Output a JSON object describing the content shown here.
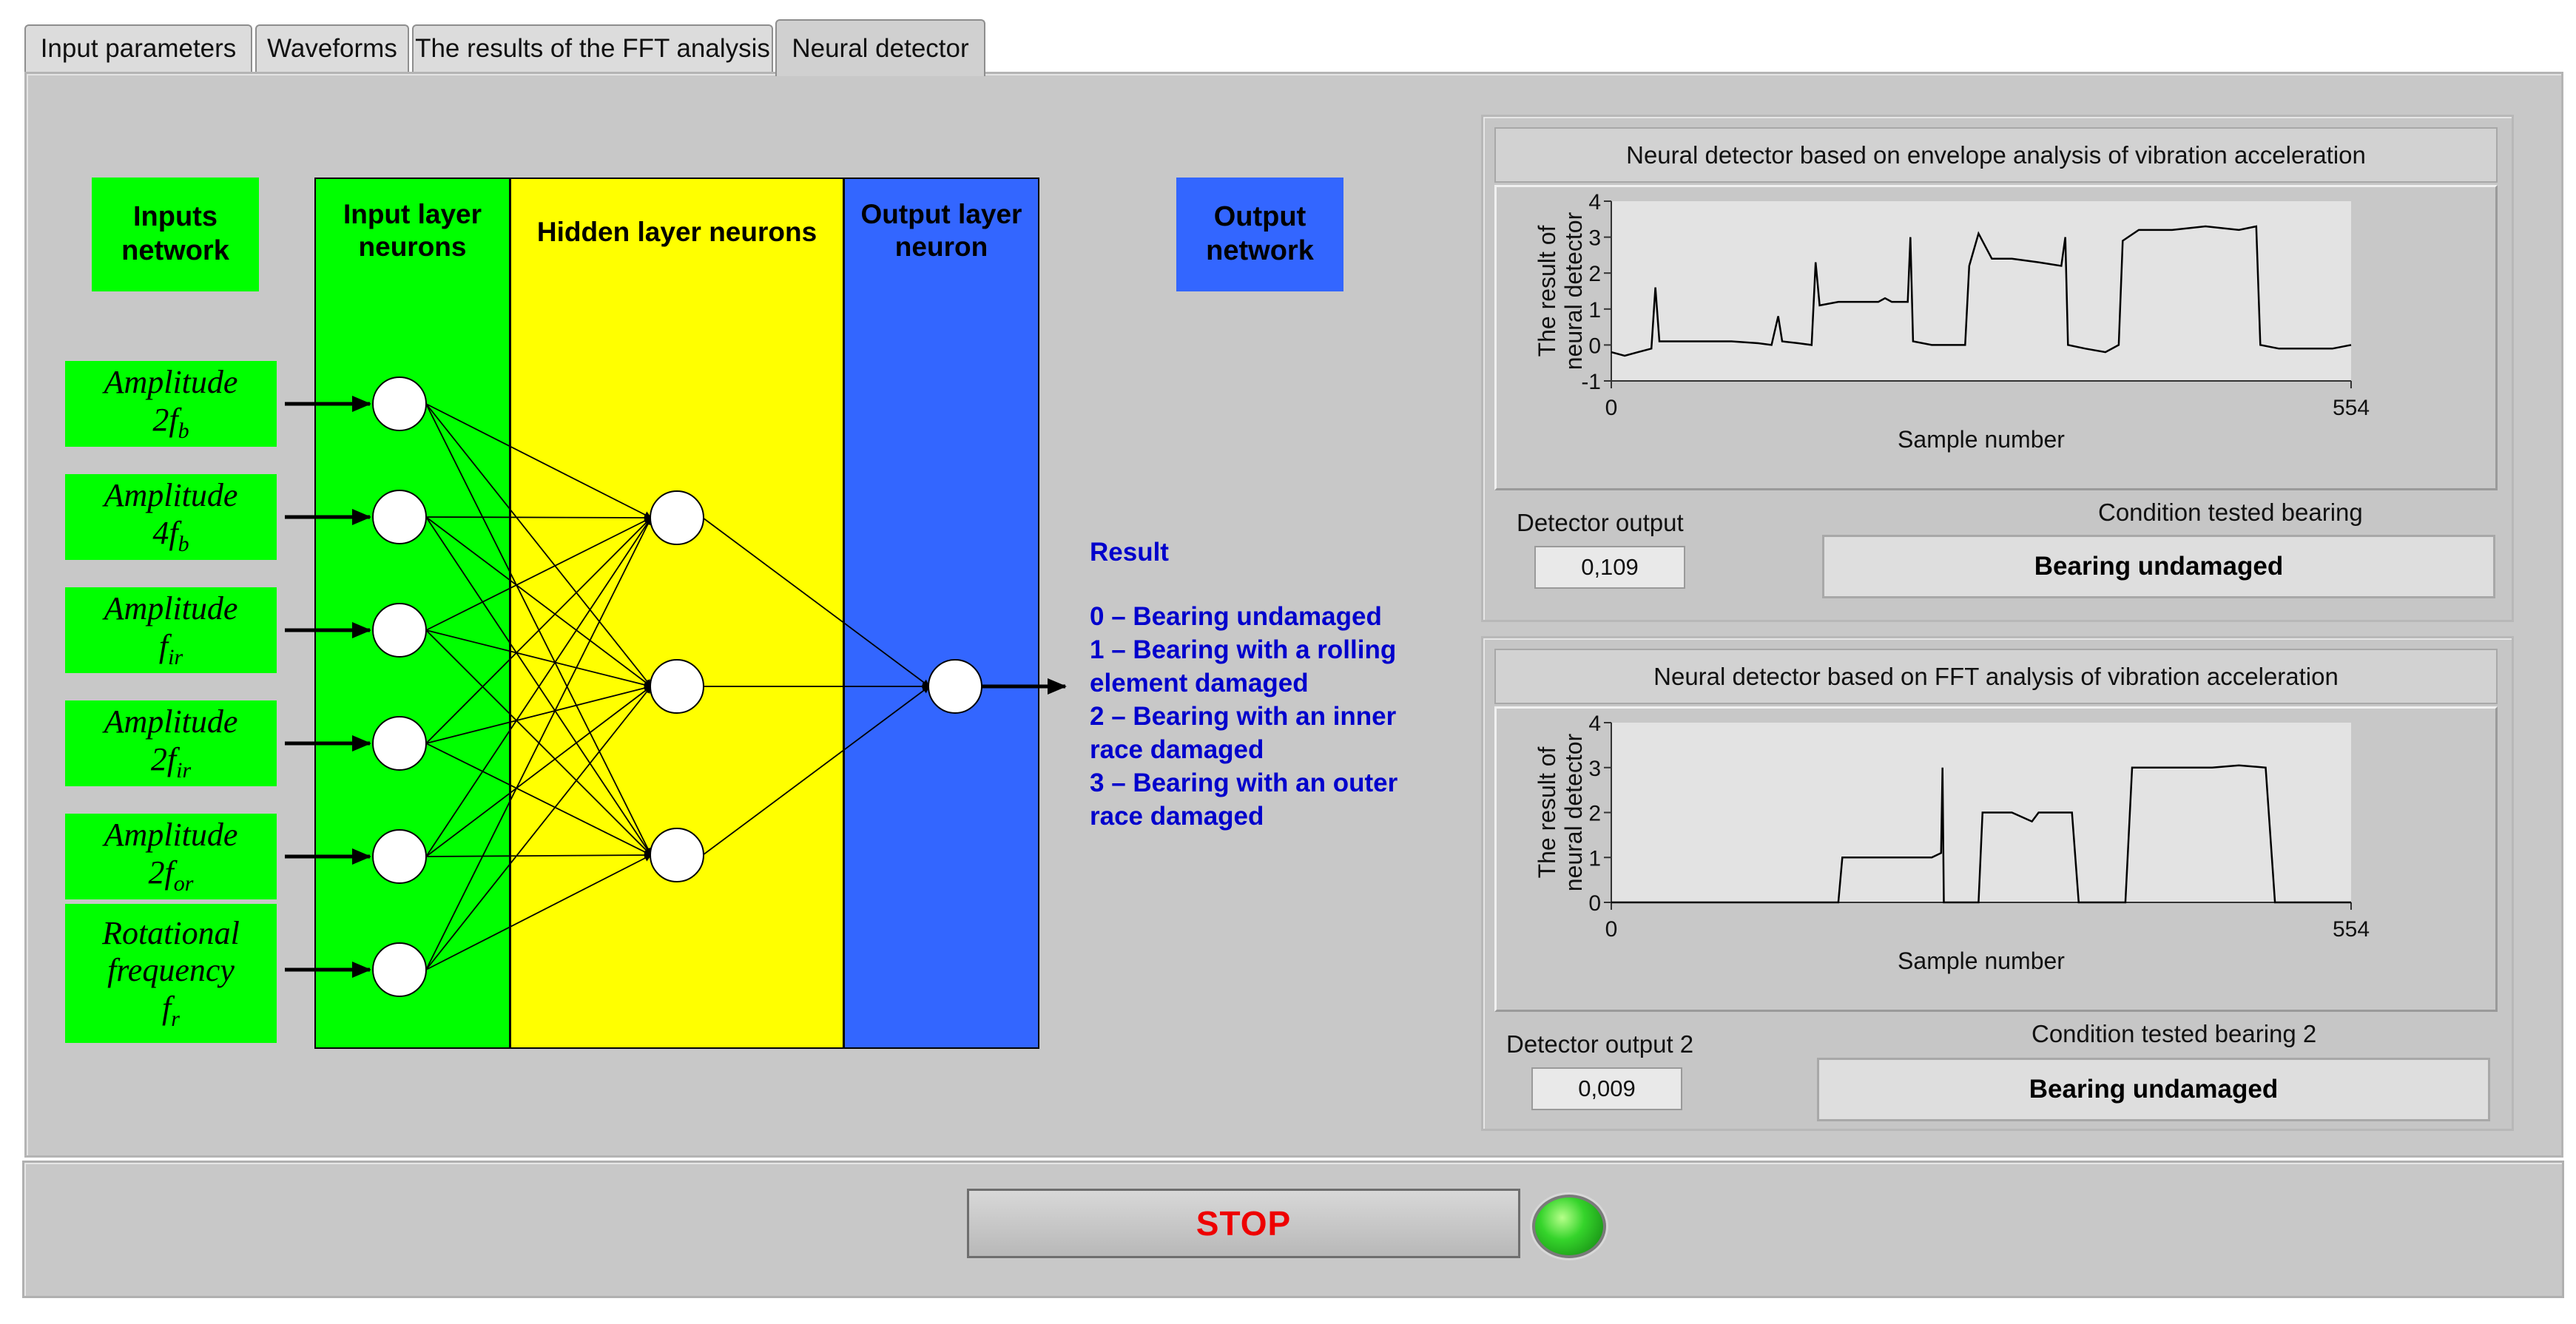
{
  "tabs": [
    {
      "label": "Input parameters"
    },
    {
      "label": "Waveforms"
    },
    {
      "label": "The results of the FFT analysis"
    },
    {
      "label": "Neural detector",
      "active": true
    }
  ],
  "diagram": {
    "inputs_title": "Inputs\nnetwork",
    "input_layer_title": "Input layer\nneurons",
    "hidden_layer_title": "Hidden layer neurons",
    "output_layer_title": "Output layer\nneuron",
    "output_title": "Output\nnetwork",
    "inputs": [
      {
        "line1": "Amplitude",
        "line2": "2f",
        "sub": "b"
      },
      {
        "line1": "Amplitude",
        "line2": "4f",
        "sub": "b"
      },
      {
        "line1": "Amplitude",
        "line2": "f",
        "sub": "ir"
      },
      {
        "line1": "Amplitude",
        "line2": "2f",
        "sub": "ir"
      },
      {
        "line1": "Amplitude",
        "line2": "2f",
        "sub": "or"
      },
      {
        "line1": "Rotational",
        "line1b": "frequency",
        "line2": "f",
        "sub": "r"
      }
    ],
    "colors": {
      "green": "#00ff00",
      "yellow": "#ffff00",
      "blue": "#3366ff"
    }
  },
  "result": {
    "heading": "Result",
    "lines": [
      "0 – Bearing undamaged",
      "1 – Bearing with a rolling",
      "element damaged",
      "2 – Bearing with an inner",
      "race damaged",
      "3 – Bearing with an outer",
      "race damaged"
    ]
  },
  "chart_data": [
    {
      "type": "line",
      "title": "Neural detector based on envelope analysis of vibration acceleration",
      "xlabel": "Sample number",
      "ylabel": "The result of\nneural detector",
      "xlim": [
        0,
        554
      ],
      "ylim": [
        -1,
        4
      ],
      "x_ticks": [
        "0",
        "554"
      ],
      "y_ticks": [
        "4",
        "3",
        "2",
        "1",
        "0",
        "-1"
      ],
      "series": [
        {
          "points": [
            [
              0,
              -0.2
            ],
            [
              10,
              -0.3
            ],
            [
              20,
              -0.2
            ],
            [
              30,
              -0.1
            ],
            [
              33,
              1.6
            ],
            [
              36,
              0.1
            ],
            [
              50,
              0.1
            ],
            [
              70,
              0.1
            ],
            [
              90,
              0.1
            ],
            [
              110,
              0.05
            ],
            [
              120,
              0.0
            ],
            [
              125,
              0.8
            ],
            [
              128,
              0.1
            ],
            [
              140,
              0.05
            ],
            [
              150,
              0.0
            ],
            [
              153,
              2.3
            ],
            [
              156,
              1.1
            ],
            [
              170,
              1.2
            ],
            [
              185,
              1.2
            ],
            [
              200,
              1.2
            ],
            [
              205,
              1.3
            ],
            [
              210,
              1.2
            ],
            [
              222,
              1.2
            ],
            [
              224,
              3.0
            ],
            [
              226,
              0.1
            ],
            [
              240,
              0.0
            ],
            [
              255,
              0.0
            ],
            [
              265,
              0.0
            ],
            [
              268,
              2.2
            ],
            [
              275,
              3.1
            ],
            [
              285,
              2.4
            ],
            [
              300,
              2.4
            ],
            [
              320,
              2.3
            ],
            [
              337,
              2.2
            ],
            [
              340,
              3.0
            ],
            [
              342,
              0.0
            ],
            [
              355,
              -0.1
            ],
            [
              370,
              -0.2
            ],
            [
              380,
              0.0
            ],
            [
              383,
              2.9
            ],
            [
              395,
              3.2
            ],
            [
              420,
              3.2
            ],
            [
              445,
              3.3
            ],
            [
              470,
              3.2
            ],
            [
              483,
              3.3
            ],
            [
              486,
              0.0
            ],
            [
              500,
              -0.1
            ],
            [
              520,
              -0.1
            ],
            [
              540,
              -0.1
            ],
            [
              554,
              0.0
            ]
          ]
        }
      ]
    },
    {
      "type": "line",
      "title": "Neural detector based on FFT analysis of vibration acceleration",
      "xlabel": "Sample number",
      "ylabel": "The result of\nneural detector",
      "xlim": [
        0,
        554
      ],
      "ylim": [
        0,
        4
      ],
      "x_ticks": [
        "0",
        "554"
      ],
      "y_ticks": [
        "4",
        "3",
        "2",
        "1",
        "0"
      ],
      "series": [
        {
          "points": [
            [
              0,
              0.0
            ],
            [
              50,
              0.0
            ],
            [
              100,
              0.0
            ],
            [
              150,
              0.0
            ],
            [
              170,
              0.0
            ],
            [
              173,
              1.0
            ],
            [
              190,
              1.0
            ],
            [
              210,
              1.0
            ],
            [
              240,
              1.0
            ],
            [
              247,
              1.1
            ],
            [
              248,
              3.0
            ],
            [
              249,
              0.0
            ],
            [
              260,
              0.0
            ],
            [
              270,
              0.0
            ],
            [
              275,
              0.0
            ],
            [
              278,
              2.0
            ],
            [
              300,
              2.0
            ],
            [
              315,
              1.8
            ],
            [
              320,
              2.0
            ],
            [
              345,
              2.0
            ],
            [
              350,
              0.0
            ],
            [
              360,
              0.0
            ],
            [
              385,
              0.0
            ],
            [
              390,
              3.0
            ],
            [
              420,
              3.0
            ],
            [
              450,
              3.0
            ],
            [
              470,
              3.05
            ],
            [
              490,
              3.0
            ],
            [
              497,
              0.0
            ],
            [
              520,
              0.0
            ],
            [
              554,
              0.0
            ]
          ]
        }
      ]
    }
  ],
  "panel1": {
    "output_label": "Detector output",
    "output_value": "0,109",
    "condition_label": "Condition tested bearing",
    "condition_value": "Bearing undamaged"
  },
  "panel2": {
    "output_label": "Detector output 2",
    "output_value": "0,009",
    "condition_label": "Condition tested bearing 2",
    "condition_value": "Bearing undamaged"
  },
  "stop": {
    "label": "STOP",
    "led_color": "#35d42b"
  }
}
